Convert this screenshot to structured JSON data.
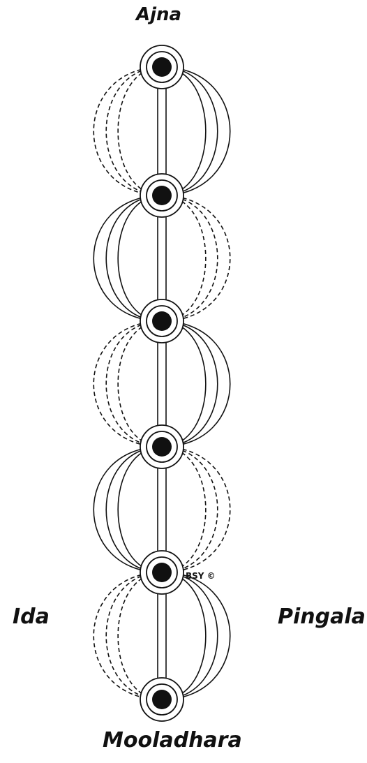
{
  "labels": {
    "top": "Ajna",
    "bottom": "Mooladhara",
    "left": "Ida",
    "right": "Pingala",
    "credit": "BSY ©"
  },
  "nodes": [
    "Ajna",
    "",
    "",
    "",
    "",
    "Mooladhara"
  ],
  "colors": {
    "ink": "#111111",
    "background": "#ffffff"
  }
}
